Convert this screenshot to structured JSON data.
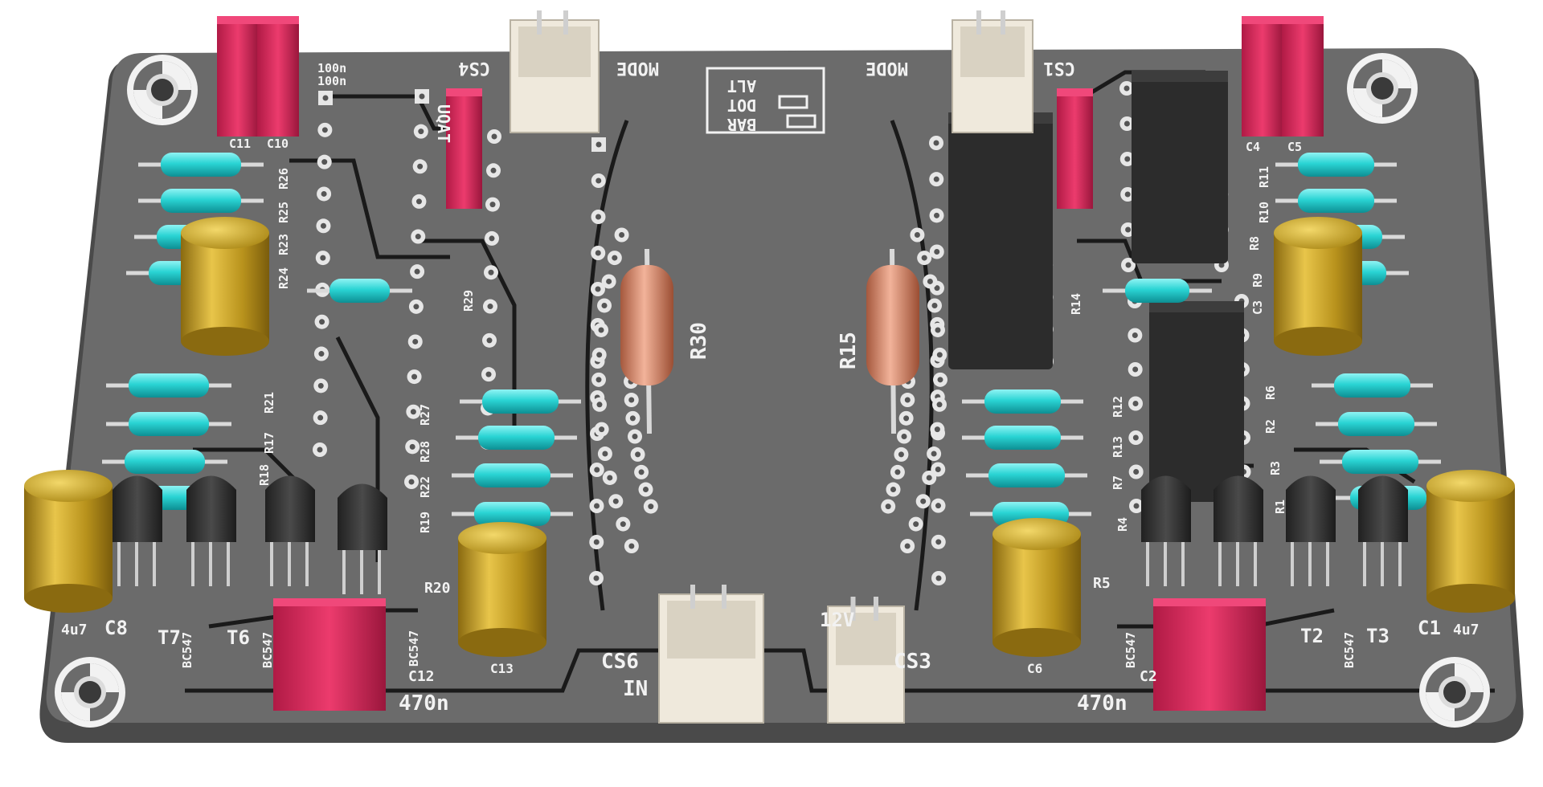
{
  "colors": {
    "board": "#6b6b6b",
    "board_edge": "#4a4a4a",
    "trace": "#1a1a1a",
    "silkscreen": "#f2f2f2",
    "pad": "#e6e6e6",
    "resistor_body": "#2ad4d4",
    "power_resistor_body": "#e08d72",
    "electrolytic_cap": "#c9a227",
    "film_cap": "#e0245a",
    "transistor": "#2e2e2e",
    "connector": "#efe9dc"
  },
  "icons": [
    "mounting-hole-icon",
    "jumper-icon"
  ],
  "silkscreen": {
    "connectors": [
      "CS4",
      "CS1",
      "CS6",
      "CS3"
    ],
    "connector_labels": {
      "cs6": "IN",
      "cs3": "12V",
      "cs4": "UQAT"
    },
    "mode_left": "MODE",
    "mode_right": "MODE",
    "mode_options": [
      "ALT",
      "DOT",
      "BAR"
    ],
    "cap_values": {
      "c8": "4u7",
      "c1": "4u7",
      "c12": "470n",
      "c2": "470n",
      "c11_c10": "100n",
      "c11_c10_b": "100n"
    },
    "left_refs": {
      "c11": "C11",
      "c10": "C10",
      "r24": "R24",
      "r23": "R23",
      "r25": "R25",
      "r26": "R26",
      "r29": "R29",
      "r21": "R21",
      "r17": "R17",
      "r18": "R18",
      "r27": "R27",
      "r28": "R28",
      "r22": "R22",
      "r19": "R19",
      "r20": "R20",
      "r30": "R30",
      "c8": "C8",
      "t7": "T7",
      "t6": "T6",
      "c12": "C12",
      "c13": "C13",
      "bc_a": "BC547",
      "bc_b": "BC547",
      "bc_c": "BC547"
    },
    "right_refs": {
      "c4": "C4",
      "c5": "C5",
      "r11": "R11",
      "r10": "R10",
      "r8": "R8",
      "r9": "R9",
      "c3": "C3",
      "r14": "R14",
      "r15": "R15",
      "r6": "R6",
      "r2": "R2",
      "r3": "R3",
      "r12": "R12",
      "r13": "R13",
      "r7": "R7",
      "r4": "R4",
      "r1": "R1",
      "r5": "R5",
      "c6": "C6",
      "c2": "C2",
      "c1": "C1",
      "t2": "T2",
      "t3": "T3",
      "bc_a": "BC547",
      "bc_b": "BC547"
    }
  }
}
